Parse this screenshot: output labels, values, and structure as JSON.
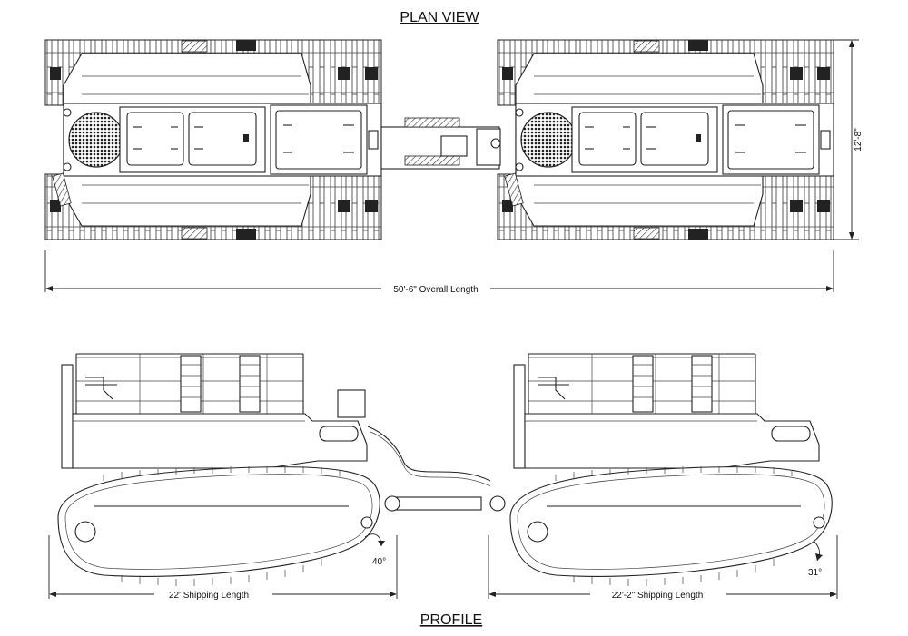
{
  "titles": {
    "plan": "PLAN VIEW",
    "profile": "PROFILE"
  },
  "dimensions": {
    "overall_length": "50'-6\" Overall Length",
    "width": "12'-8\"",
    "shipping_front": "22' Shipping Length",
    "shipping_rear": "22'-2\" Shipping Length",
    "angle_front": "40°",
    "angle_rear": "31°"
  },
  "colors": {
    "line": "#222222",
    "background": "#ffffff"
  }
}
